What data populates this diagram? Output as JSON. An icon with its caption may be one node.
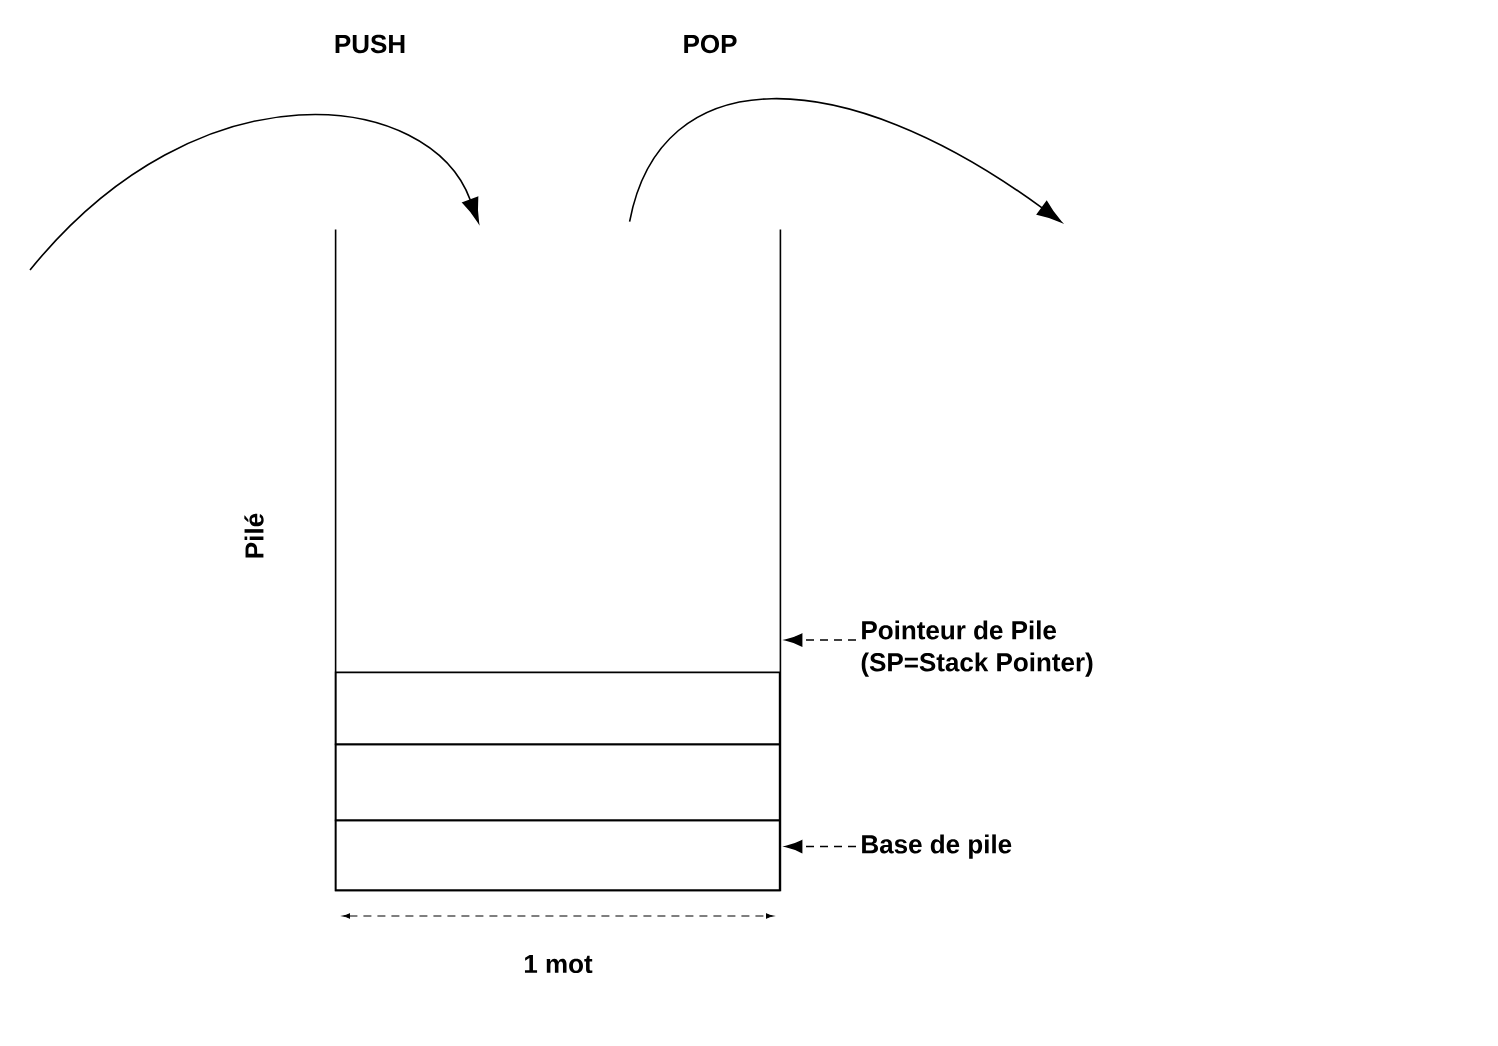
{
  "diagram": {
    "nodes": [
      {
        "text": [],
        "shape": "box"
      },
      {
        "text": [],
        "shape": "box",
        "in": 0
      },
      {
        "text": [],
        "shape": "box",
        "in": 0
      },
      {
        "text": [],
        "shape": "box",
        "in": 0
      },
      {
        "text": [
          "Pointeur de Pile",
          "(SP=Stack Pointer)"
        ]
      },
      {
        "text": [
          "Base de pile"
        ]
      }
    ],
    "edges": [
      {
        "from": null,
        "to": 0,
        "arrow": "to",
        "label": "PUSH"
      },
      {
        "from": 0,
        "to": null,
        "arrow": "to",
        "label": "POP"
      },
      {
        "from": 4,
        "to": 0,
        "arrow": "to",
        "style": "dashed"
      },
      {
        "from": 5,
        "to": 3,
        "arrow": "to",
        "style": "dashed"
      }
    ],
    "labels": [
      "Pilé",
      "1 mot"
    ]
  }
}
